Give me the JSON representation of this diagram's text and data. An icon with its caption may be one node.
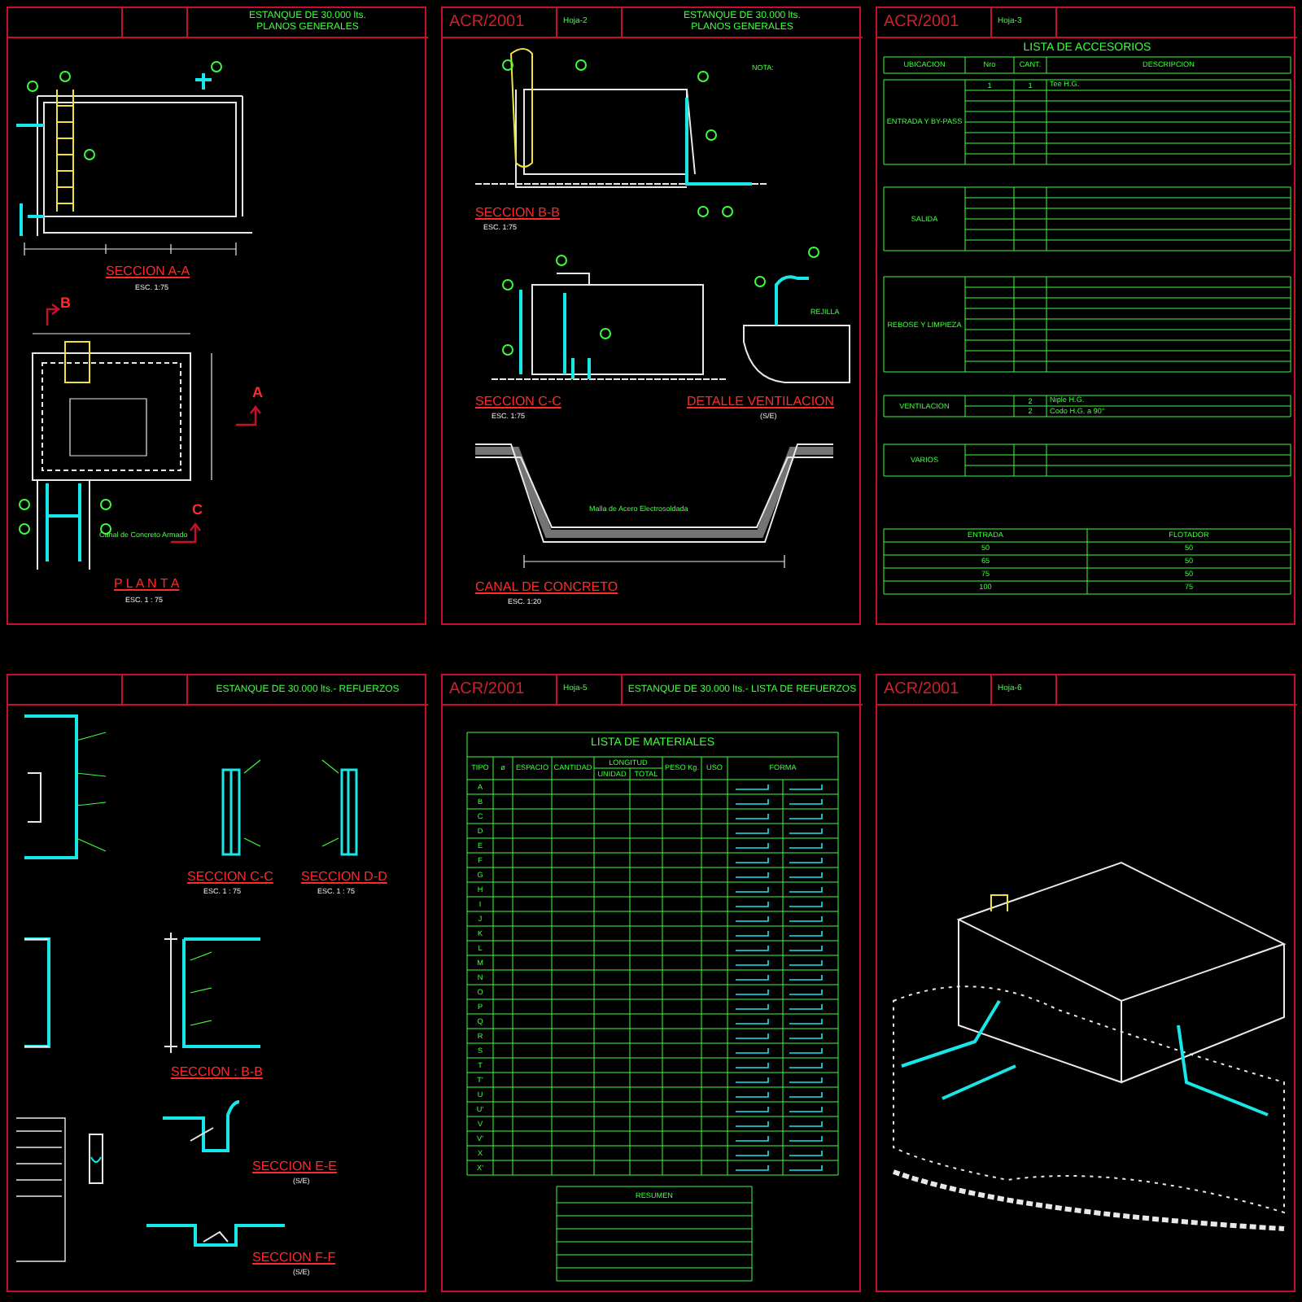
{
  "diagram": {
    "nodes": [
      {
        "text": [
          "ESTANQUE DE 30.000 lts.",
          "PLANOS GENERALES"
        ]
      },
      {
        "text": [
          "ACR/2001",
          "Hoja-2",
          "ESTANQUE DE 30.000 lts.",
          "PLANOS GENERALES"
        ]
      },
      {
        "text": [
          "ACR/2001",
          "Hoja-3"
        ]
      },
      {
        "text": [
          "ESTANQUE DE 30.000 lts.- REFUERZOS"
        ]
      },
      {
        "text": [
          "ACR/2001",
          "Hoja-5",
          "ESTANQUE DE 30.000 lts.- LISTA DE REFUERZOS"
        ]
      },
      {
        "text": [
          "ACR/2001",
          "Hoja-6"
        ]
      }
    ],
    "labels": [
      "SECCION A-A",
      "ESC. 1:75",
      "B",
      "A",
      "C",
      "Canal de Concreto Armado",
      "P L A N T A",
      "ESC. 1 : 75",
      "NOTA:",
      "SECCION B-B",
      "ESC. 1:75",
      "REJILLA",
      "SECCION C-C",
      "ESC. 1:75",
      "DETALLE VENTILACION",
      "(S/E)",
      "Malla de Acero Electrosoldada",
      "CANAL DE CONCRETO",
      "ESC. 1:20",
      "LISTA DE ACCESORIOS",
      "UBICACION",
      "Nro",
      "CANT.",
      "DESCRIPCION",
      "ENTRADA Y BY-PASS",
      "1",
      "1",
      "Tee H.G.",
      "SALIDA",
      "REBOSE Y LIMPIEZA",
      "VENTILACION",
      "2",
      "Niple H.G.",
      "2",
      "Codo H.G. a 90°",
      "VARIOS",
      "ENTRADA",
      "FLOTADOR",
      "50",
      "50",
      "65",
      "50",
      "75",
      "50",
      "100",
      "75",
      "SECCION C-C",
      "ESC. 1 : 75",
      "SECCION D-D",
      "ESC. 1 : 75",
      "SECCION : B-B",
      "SECCION E-E",
      "(S/E)",
      "SECCION F-F",
      "(S/E)",
      "LISTA DE MATERIALES",
      "TIPO",
      "ø",
      "ESPACIO",
      "CANTIDAD",
      "LONGITUD",
      "UNIDAD",
      "TOTAL",
      "PESO Kg.",
      "USO",
      "FORMA",
      "A",
      "B",
      "C",
      "D",
      "E",
      "F",
      "G",
      "H",
      "I",
      "J",
      "K",
      "L",
      "M",
      "N",
      "O",
      "P",
      "Q",
      "R",
      "S",
      "T",
      "T'",
      "U",
      "U'",
      "V",
      "V'",
      "X",
      "X'",
      "RESUMEN"
    ]
  }
}
